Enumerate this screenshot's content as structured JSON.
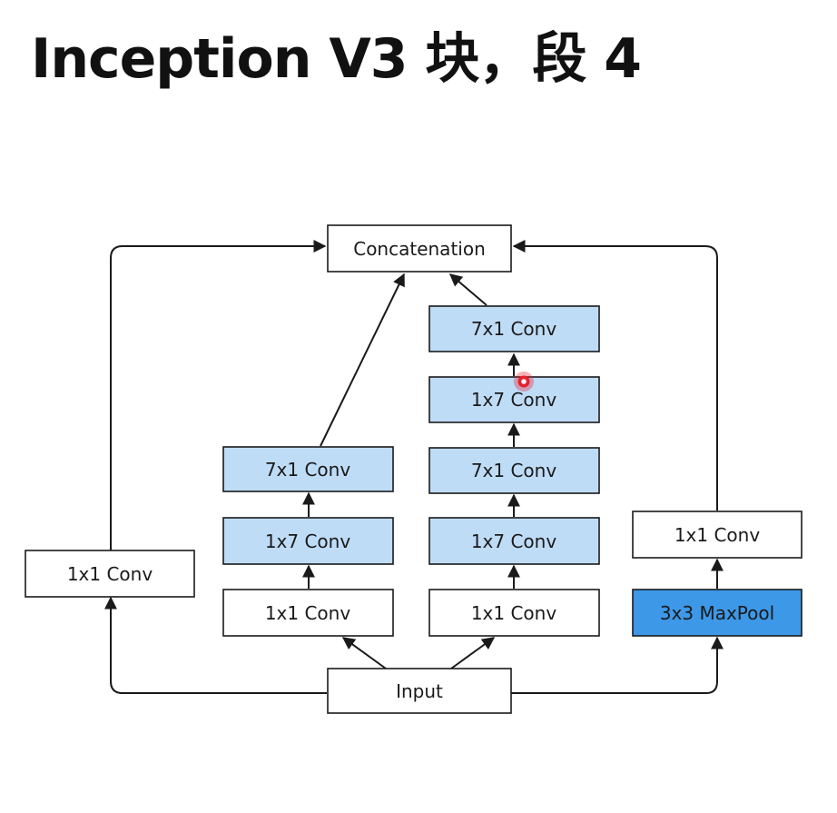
{
  "title": "Inception V3 块，段 4",
  "colors": {
    "white_fill": "#ffffff",
    "light_blue_fill": "#bfdcf7",
    "strong_blue_fill": "#3d98e8",
    "stroke": "#1a1a1a",
    "cursor": "#e8202e"
  },
  "nodes": {
    "concat": {
      "label": "Concatenation",
      "fill": "white"
    },
    "b1_conv1": {
      "label": "1x1 Conv",
      "fill": "white"
    },
    "b2_conv1": {
      "label": "1x1 Conv",
      "fill": "white"
    },
    "b2_conv17": {
      "label": "1x7 Conv",
      "fill": "light"
    },
    "b2_conv71": {
      "label": "7x1 Conv",
      "fill": "light"
    },
    "b3_conv1": {
      "label": "1x1 Conv",
      "fill": "white"
    },
    "b3_conv17a": {
      "label": "1x7 Conv",
      "fill": "light"
    },
    "b3_conv71a": {
      "label": "7x1 Conv",
      "fill": "light"
    },
    "b3_conv17b": {
      "label": "1x7 Conv",
      "fill": "light"
    },
    "b3_conv71b": {
      "label": "7x1 Conv",
      "fill": "light"
    },
    "b4_pool": {
      "label": "3x3 MaxPool",
      "fill": "strong"
    },
    "b4_conv1": {
      "label": "1x1 Conv",
      "fill": "white"
    },
    "input": {
      "label": "Input",
      "fill": "white"
    }
  }
}
